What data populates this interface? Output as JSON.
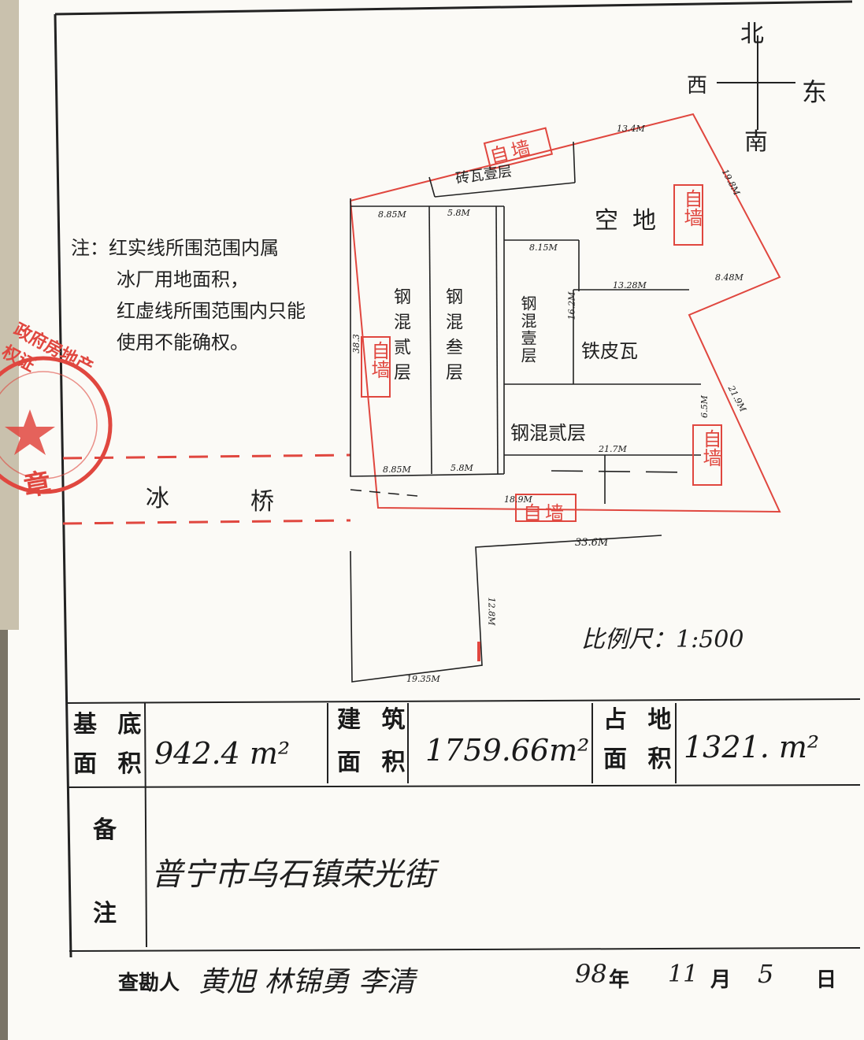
{
  "compass": {
    "north": "北",
    "west": "西",
    "east": "东",
    "south": "南"
  },
  "note": {
    "prefix": "注：",
    "lines": [
      "红实线所围范围内属",
      "冰厂用地面积，",
      "红虚线所围范围内只能",
      "使用不能确权。"
    ]
  },
  "wall_labels": [
    "自墙",
    "自墙",
    "自墙",
    "自墙",
    "自墙"
  ],
  "rooms": {
    "brick_single": "砖瓦壹层",
    "empty_land": "空地",
    "rc_two_a": "钢混贰层",
    "rc_three": "钢混叁层",
    "rc_one": "钢混壹层",
    "tin_tile": "铁皮瓦",
    "rc_two_b": "钢混贰层",
    "bridge_ice": "冰",
    "bridge": "桥"
  },
  "dimensions": {
    "top_edge": "13.4M",
    "right_upper_edge": "19.8M",
    "right_lower_edge": "21.9M",
    "dim_8_85_top": "8.85M",
    "dim_5_8_top": "5.8M",
    "dim_8_85_bottom": "8.85M",
    "dim_5_8_bottom": "5.8M",
    "dim_8_15": "8.15M",
    "dim_13_28": "13.28M",
    "dim_8_48": "8.48M",
    "dim_21_7": "21.7M",
    "dim_33_6": "33.6M",
    "dim_12_8": "12.8M",
    "dim_19_35": "19.35M",
    "dim_38_3": "38.3",
    "dim_16_2": "16.2M",
    "dim_18_9": "18.9M",
    "dim_6_5": "6.5M"
  },
  "scale": "比例尺：1:500",
  "seal": {
    "text": "政府房地产权证",
    "center": "章"
  },
  "table": {
    "base_area_label": [
      "基 底",
      "面 积"
    ],
    "base_area_value": "942.4 m²",
    "building_area_label": [
      "建 筑",
      "面 积"
    ],
    "building_area_value": "1759.66m²",
    "land_area_label": [
      "占 地",
      "面 积"
    ],
    "land_area_value": "1321. m²",
    "remarks_label": [
      "备",
      "注"
    ],
    "remarks_value": "普宁市乌石镇荣光街"
  },
  "footer": {
    "surveyor_label": "查勘人",
    "surveyors": "黄旭 林锦勇 李清",
    "year": "98",
    "year_suffix": "年",
    "month": "11",
    "month_suffix": "月",
    "day": "5",
    "day_suffix": "日"
  },
  "colors": {
    "red": "#e0473f",
    "ink": "#1a1a1a",
    "paper": "#fbfaf6"
  }
}
